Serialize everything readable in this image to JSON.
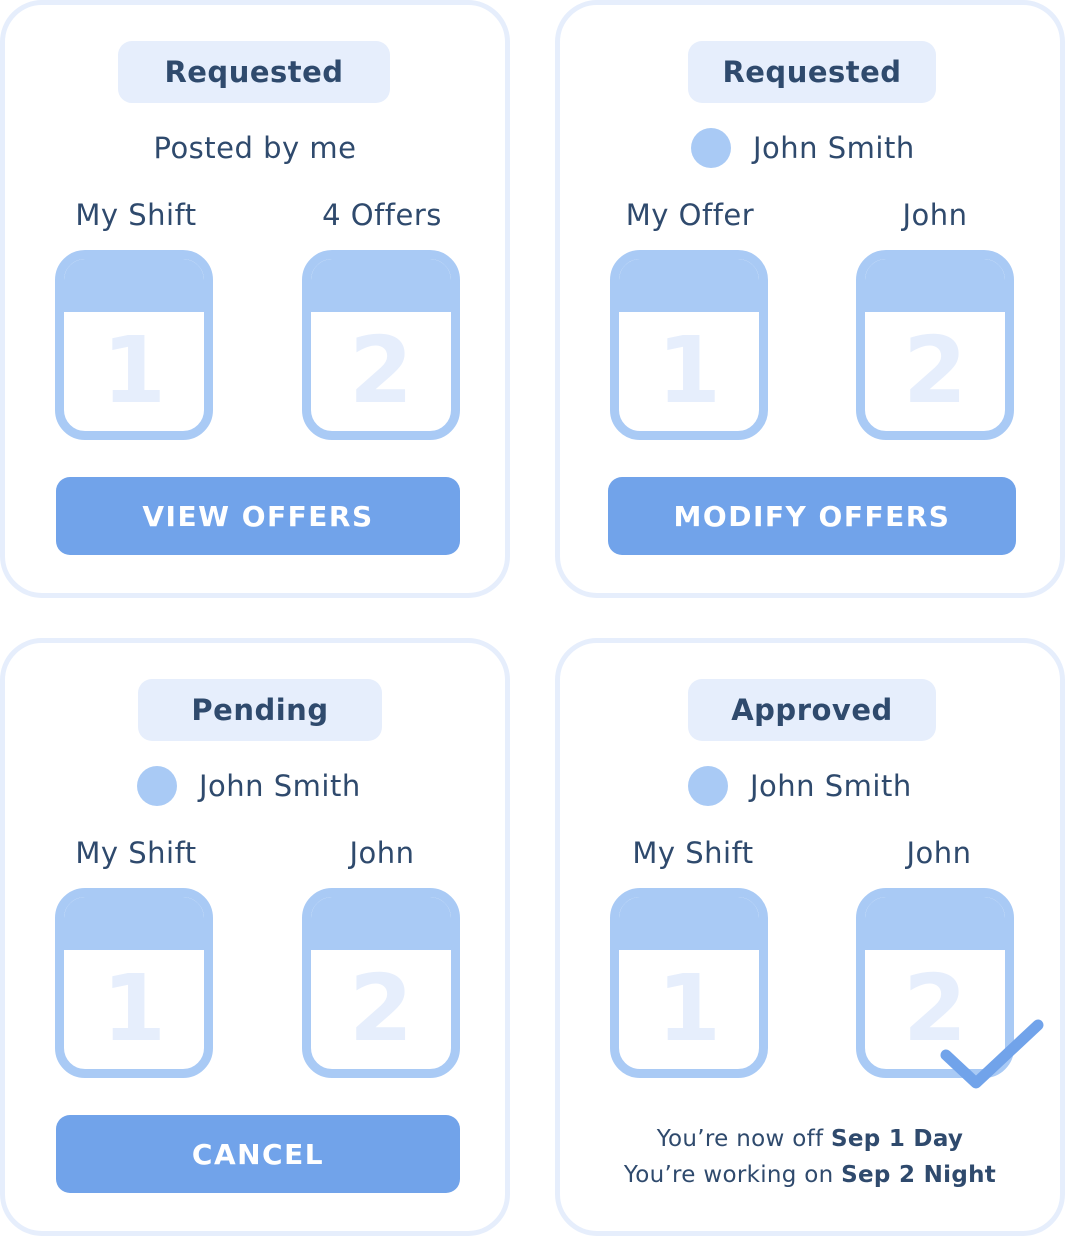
{
  "cards": [
    {
      "status": "Requested",
      "subtitle": "Posted by me",
      "left_label": "My Shift",
      "right_label": "4 Offers",
      "left_day": "1",
      "right_day": "2",
      "button_label": "VIEW OFFERS"
    },
    {
      "status": "Requested",
      "person": "John Smith",
      "left_label": "My Offer",
      "right_label": "John",
      "left_day": "1",
      "right_day": "2",
      "button_label": "MODIFY OFFERS"
    },
    {
      "status": "Pending",
      "person": "John Smith",
      "left_label": "My Shift",
      "right_label": "John",
      "left_day": "1",
      "right_day": "2",
      "button_label": "CANCEL"
    },
    {
      "status": "Approved",
      "person": "John Smith",
      "left_label": "My Shift",
      "right_label": "John",
      "left_day": "1",
      "right_day": "2",
      "summary_line1_prefix": "You’re now off ",
      "summary_line1_bold": "Sep 1 Day",
      "summary_line2_prefix": "You’re working on ",
      "summary_line2_bold": "Sep 2 Night",
      "icons": [
        "avatar-dot",
        "calendar-icon",
        "checkmark-icon"
      ]
    }
  ],
  "colors": {
    "card_border": "#e6eefc",
    "pill_bg": "#e6eefc",
    "calendar": "#a9caf5",
    "button": "#71a3ea",
    "text": "#2f4a6d"
  }
}
